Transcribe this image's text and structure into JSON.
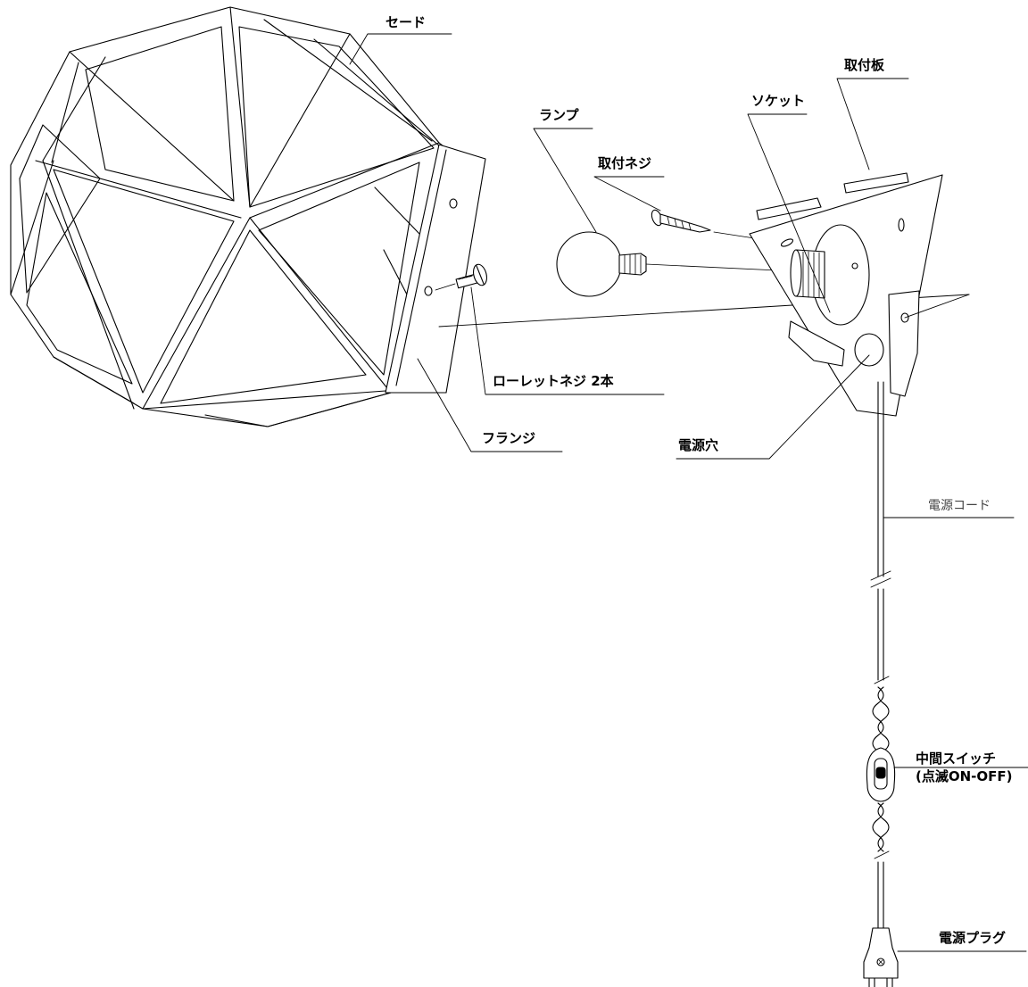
{
  "labels": {
    "shade": "セード",
    "mounting_plate": "取付板",
    "socket": "ソケット",
    "lamp": "ランプ",
    "mounting_screw": "取付ネジ",
    "knurled_screws": "ローレットネジ 2本",
    "flange": "フランジ",
    "power_hole": "電源穴",
    "power_cord": "電源コード",
    "inline_switch": "中間スイッチ",
    "inline_switch_note": "(点滅ON-OFF)",
    "power_plug": "電源プラグ"
  },
  "colors": {
    "line": "#000000",
    "fill": "#ffffff",
    "light_text": "#444444"
  }
}
